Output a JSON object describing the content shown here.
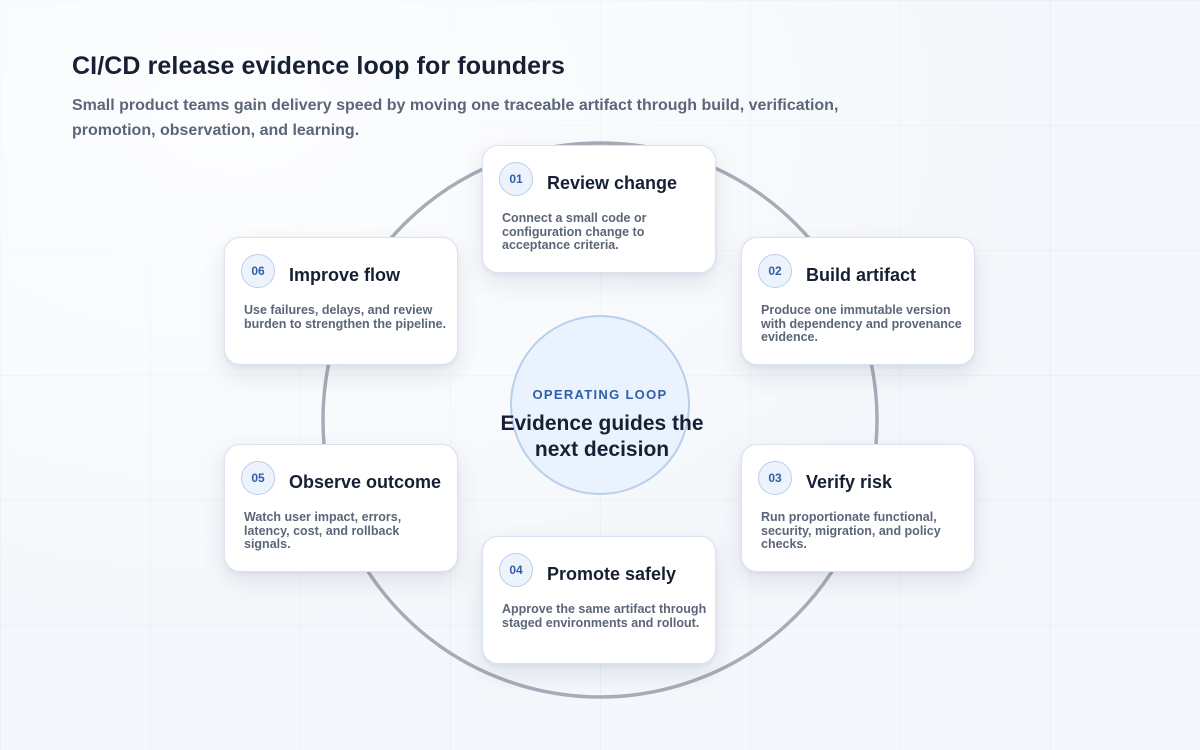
{
  "header": {
    "title": "CI/CD release evidence loop for founders",
    "subtitle": "Small product teams gain delivery speed by moving one traceable artifact through build, verification, promotion, observation, and learning."
  },
  "center": {
    "label": "OPERATING LOOP",
    "text": "Evidence guides the next decision"
  },
  "steps": [
    {
      "number": "01",
      "title": "Review change",
      "description": "Connect a small code or configuration change to acceptance criteria."
    },
    {
      "number": "02",
      "title": "Build artifact",
      "description": "Produce one immutable version with dependency and provenance evidence."
    },
    {
      "number": "03",
      "title": "Verify risk",
      "description": "Run proportionate functional, security, migration, and policy checks."
    },
    {
      "number": "04",
      "title": "Promote safely",
      "description": "Approve the same artifact through staged environments and rollout."
    },
    {
      "number": "05",
      "title": "Observe outcome",
      "description": "Watch user impact, errors, latency, cost, and rollback signals."
    },
    {
      "number": "06",
      "title": "Improve flow",
      "description": "Use failures, delays, and review burden to strengthen the pipeline."
    }
  ],
  "colors": {
    "accent": "#2f5fa8",
    "loop_ring": "#a6adb9",
    "center_fill": "#eaf2fd",
    "card_background": "#ffffff"
  }
}
